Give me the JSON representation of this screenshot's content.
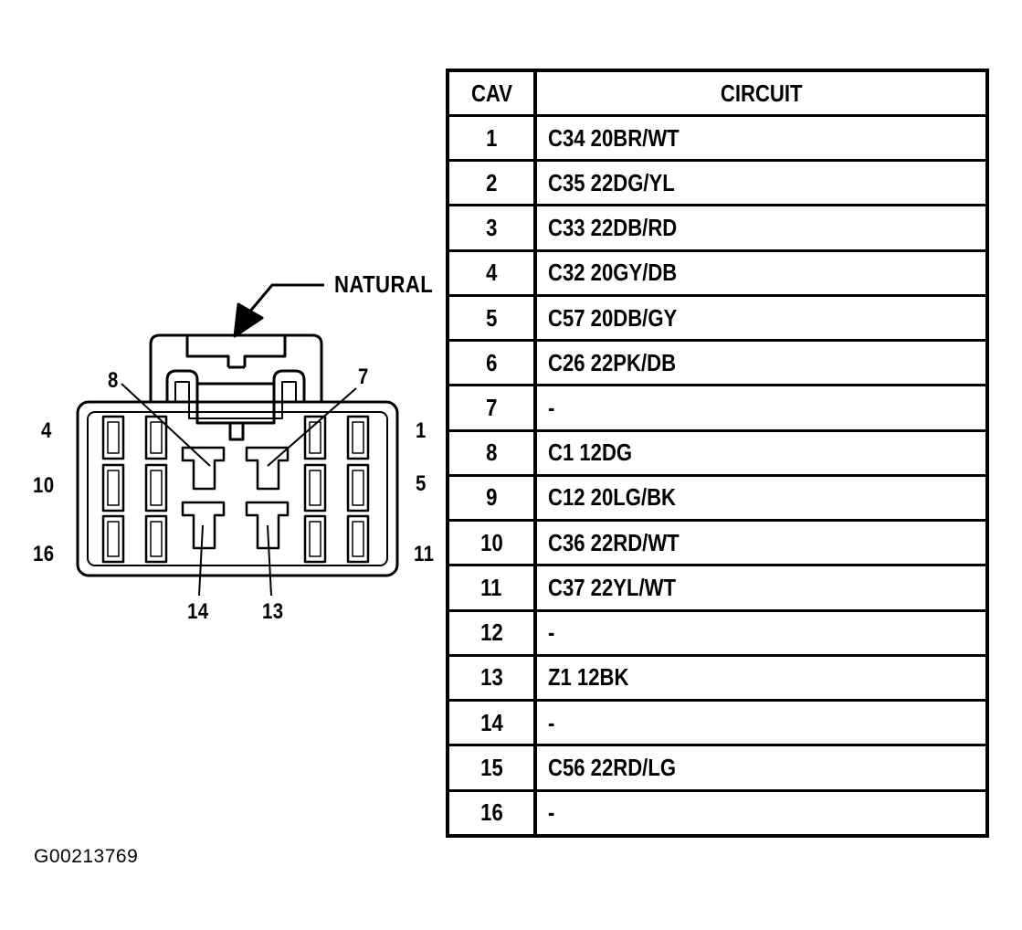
{
  "connector": {
    "color_label": "NATURAL",
    "cavity_labels": [
      "8",
      "7",
      "4",
      "1",
      "10",
      "5",
      "16",
      "11",
      "14",
      "13"
    ]
  },
  "table": {
    "headers": [
      "CAV",
      "CIRCUIT"
    ],
    "rows": [
      {
        "cav": "1",
        "circuit": "C34 20BR/WT"
      },
      {
        "cav": "2",
        "circuit": "C35 22DG/YL"
      },
      {
        "cav": "3",
        "circuit": "C33 22DB/RD"
      },
      {
        "cav": "4",
        "circuit": "C32 20GY/DB"
      },
      {
        "cav": "5",
        "circuit": "C57 20DB/GY"
      },
      {
        "cav": "6",
        "circuit": "C26 22PK/DB"
      },
      {
        "cav": "7",
        "circuit": "-"
      },
      {
        "cav": "8",
        "circuit": "C1 12DG"
      },
      {
        "cav": "9",
        "circuit": "C12 20LG/BK"
      },
      {
        "cav": "10",
        "circuit": "C36 22RD/WT"
      },
      {
        "cav": "11",
        "circuit": "C37 22YL/WT"
      },
      {
        "cav": "12",
        "circuit": "-"
      },
      {
        "cav": "13",
        "circuit": "Z1 12BK"
      },
      {
        "cav": "14",
        "circuit": "-"
      },
      {
        "cav": "15",
        "circuit": "C56 22RD/LG"
      },
      {
        "cav": "16",
        "circuit": "-"
      }
    ]
  },
  "figure_id": "G00213769"
}
